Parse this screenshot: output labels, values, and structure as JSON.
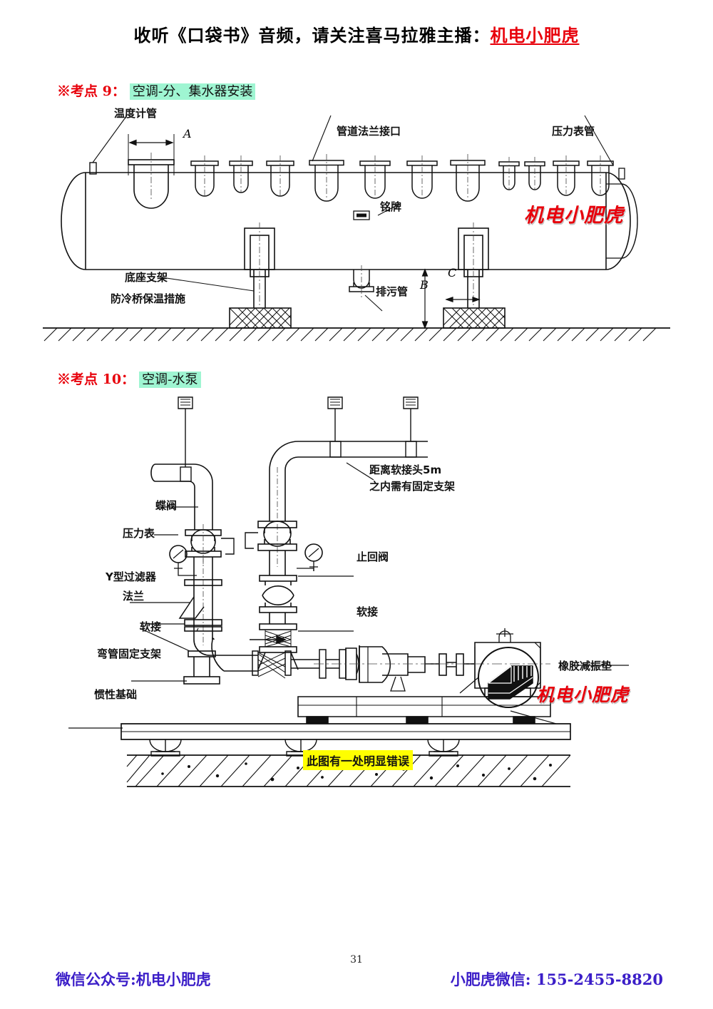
{
  "header": {
    "text_black": "收听《口袋书》音频，请关注喜马拉雅主播：",
    "text_red": "机电小肥虎"
  },
  "sections": [
    {
      "marker": "※考点 9：",
      "title": "空调-分、集水器安装",
      "labels": {
        "thermometer_pipe": "温度计管",
        "pipe_flange_joint": "管道法兰接口",
        "pressure_gauge_pipe": "压力表管",
        "nameplate": "铭牌",
        "base_bracket": "底座支架",
        "cold_bridge_insulation": "防冷桥保温措施",
        "drain_pipe": "排污管"
      },
      "dimensions": {
        "a": "A",
        "b": "B",
        "c": "C"
      },
      "watermark": "机电小肥虎"
    },
    {
      "marker": "※考点 10：",
      "title": "空调-水泵",
      "labels": {
        "butterfly_valve": "蝶阀",
        "pressure_gauge": "压力表",
        "y_strainer": "Y型过滤器",
        "flange": "法兰",
        "flex_connector_left": "软接",
        "elbow_fixed_bracket": "弯管固定支架",
        "inertia_base": "惯性基础",
        "check_valve": "止回阀",
        "flex_connector_right": "软接",
        "rubber_vibration_pad": "橡胶减振垫",
        "fixed_support_note_line1": "距离软接头5m",
        "fixed_support_note_line2": "之内需有固定支架"
      },
      "note_highlight": "此图有一处明显错误",
      "watermark": "机电小肥虎"
    }
  ],
  "footer": {
    "page_number": "31",
    "left": "微信公众号:机电小肥虎",
    "right": "小肥虎微信: 155-2455-8820"
  },
  "colors": {
    "red": "#e8000b",
    "green_highlight": "#9ff5d2",
    "yellow_highlight": "#ffff00",
    "footer_blue": "#3b1ec8"
  }
}
